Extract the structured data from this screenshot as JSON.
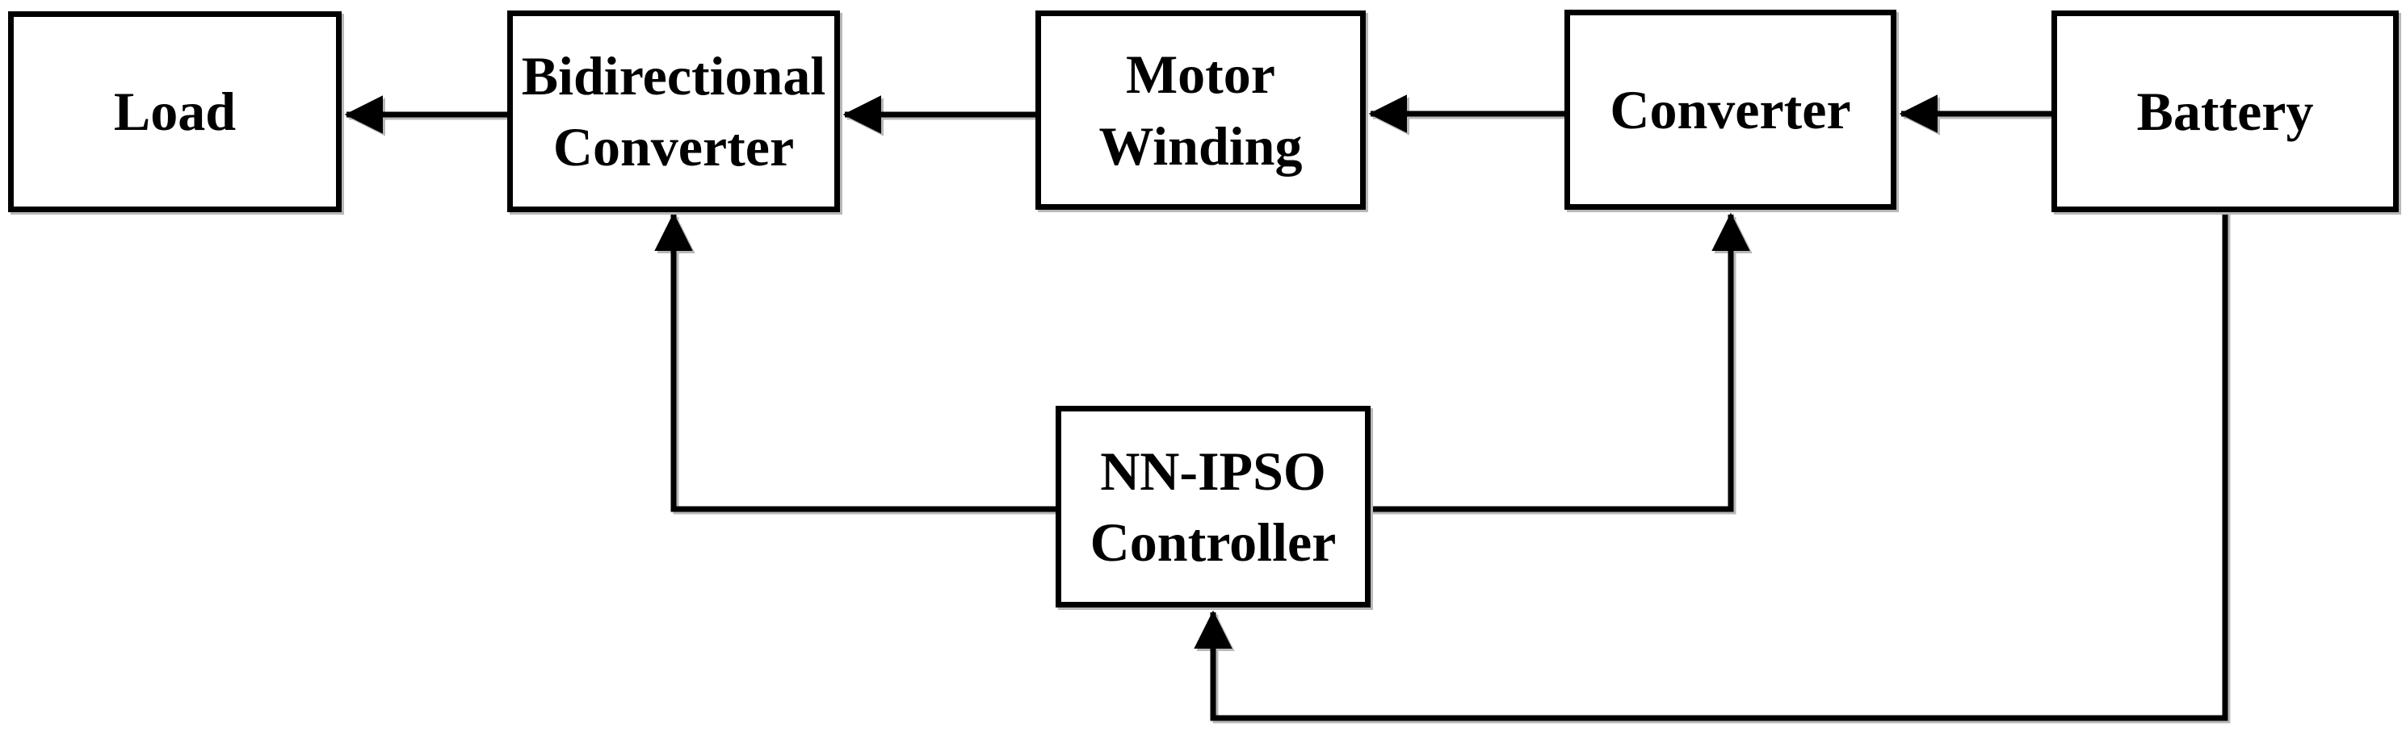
{
  "diagram": {
    "kind": "block-diagram",
    "background_color": "#ffffff",
    "line_color": "#000000",
    "box_fill_color": "#ffffff",
    "text_color": "#000000",
    "nodes": {
      "load": {
        "label": "Load"
      },
      "bidirectional_converter": {
        "label": "Bidirectional\nConverter"
      },
      "motor_winding": {
        "label": "Motor\nWinding"
      },
      "converter": {
        "label": "Converter"
      },
      "battery": {
        "label": "Battery"
      },
      "nn_ipso_controller": {
        "label": "NN-IPSO\nController"
      }
    },
    "edges": [
      {
        "from": "battery",
        "to": "converter",
        "style": "arrow"
      },
      {
        "from": "converter",
        "to": "motor_winding",
        "style": "arrow"
      },
      {
        "from": "motor_winding",
        "to": "bidirectional_converter",
        "style": "arrow"
      },
      {
        "from": "bidirectional_converter",
        "to": "load",
        "style": "arrow"
      },
      {
        "from": "nn_ipso_controller",
        "to": "bidirectional_converter",
        "style": "arrow"
      },
      {
        "from": "nn_ipso_controller",
        "to": "converter",
        "style": "arrow"
      },
      {
        "from": "battery",
        "to": "nn_ipso_controller",
        "style": "arrow"
      }
    ]
  }
}
